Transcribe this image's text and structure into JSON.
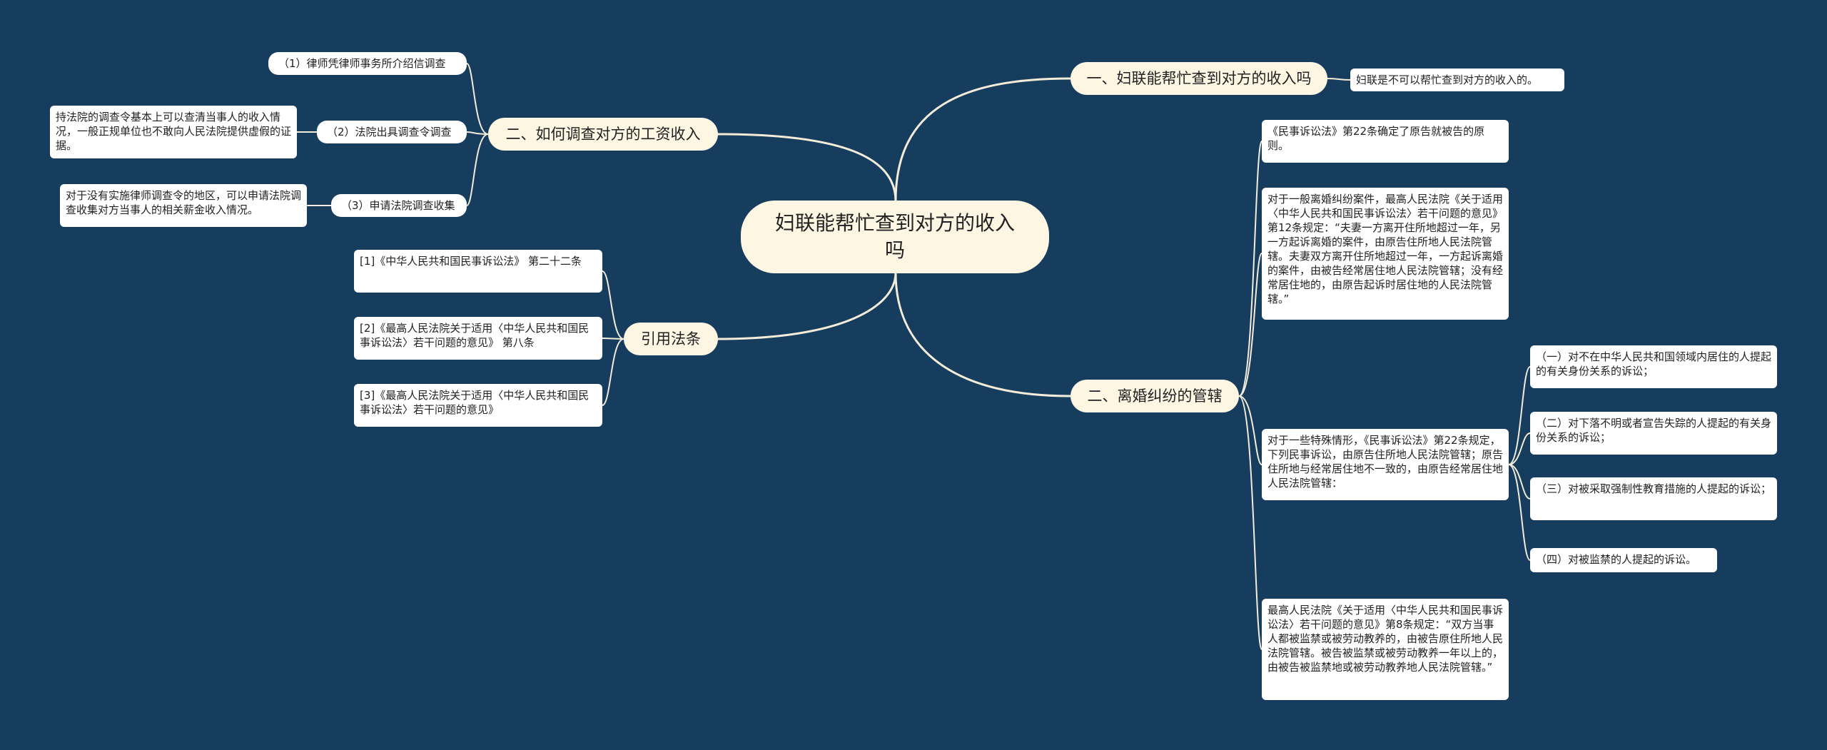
{
  "root": {
    "label": "妇联能帮忙查到对方的收入吗"
  },
  "branches": {
    "b1": {
      "label": "一、妇联能帮忙查到对方的收入吗",
      "leaf": "妇联是不可以帮忙查到对方的收入的。"
    },
    "b2": {
      "label": "二、离婚纠纷的管辖",
      "items": [
        "《民事诉讼法》第22条确定了原告就被告的原则。",
        "对于一般离婚纠纷案件，最高人民法院《关于适用〈中华人民共和国民事诉讼法〉若干问题的意见》第12条规定：“夫妻一方离开住所地超过一年，另一方起诉离婚的案件，由原告住所地人民法院管辖。夫妻双方离开住所地超过一年，一方起诉离婚的案件，由被告经常居住地人民法院管辖；没有经常居住地的，由原告起诉时居住地的人民法院管辖。”",
        "对于一些特殊情形，《民事诉讼法》第22条规定，下列民事诉讼，由原告住所地人民法院管辖；原告住所地与经常居住地不一致的，由原告经常居住地人民法院管辖：",
        "最高人民法院《关于适用〈中华人民共和国民事诉讼法〉若干问题的意见》第8条规定：“双方当事人都被监禁或被劳动教养的，由被告原住所地人民法院管辖。被告被监禁或被劳动教养一年以上的，由被告被监禁地或被劳动教养地人民法院管辖。”"
      ],
      "sub": [
        "（一）对不在中华人民共和国领域内居住的人提起的有关身份关系的诉讼；",
        "（二）对下落不明或者宣告失踪的人提起的有关身份关系的诉讼；",
        "（三）对被采取强制性教育措施的人提起的诉讼；",
        "（四）对被监禁的人提起的诉讼。"
      ]
    },
    "b3": {
      "label": "二、如何调查对方的工资收入",
      "items": [
        "（1）律师凭律师事务所介绍信调查",
        "（2）法院出具调查令调查",
        "（3）申请法院调查收集"
      ],
      "details": [
        "持法院的调查令基本上可以查清当事人的收入情况，一般正规单位也不敢向人民法院提供虚假的证据。",
        "对于没有实施律师调查令的地区，可以申请法院调查收集对方当事人的相关薪金收入情况。"
      ]
    },
    "b4": {
      "label": "引用法条",
      "items": [
        "[1]《中华人民共和国民事诉讼法》 第二十二条",
        "[2]《最高人民法院关于适用〈中华人民共和国民事诉讼法〉若干问题的意见》 第八条",
        "[3]《最高人民法院关于适用〈中华人民共和国民事诉讼法〉若干问题的意见》"
      ]
    }
  },
  "colors": {
    "background": "#173d5e",
    "branch_fill": "#fdf6e3",
    "leaf_fill": "#ffffff",
    "line": "#f3ecd9"
  }
}
